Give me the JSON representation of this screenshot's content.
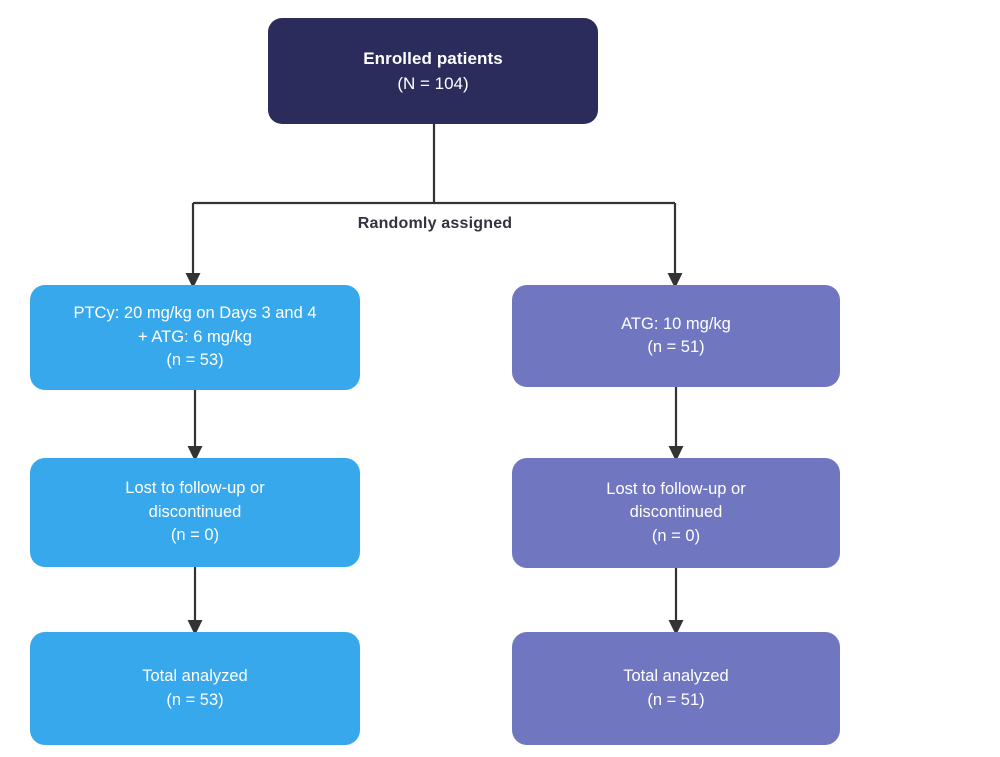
{
  "diagram": {
    "type": "consort-flow-diagram",
    "colors": {
      "root_fill": "#2C2C5C",
      "left_arm_fill": "#38A8EC",
      "right_arm_fill": "#7077C0",
      "connector": "#333333",
      "label_text": "#333340",
      "node_text": "#FFFFFF",
      "background": "#FFFFFF"
    },
    "root": {
      "title": "Enrolled patients",
      "count": "(N = 104)"
    },
    "randomization_label": "Randomly assigned",
    "arms": [
      {
        "id": "left",
        "treatment": "PTCy: 20 mg/kg on Days 3 and 4\n+ ATG: 6 mg/kg\n(n = 53)",
        "lost": "Lost to follow-up or\ndiscontinued\n(n = 0)",
        "analyzed": "Total analyzed\n(n = 53)"
      },
      {
        "id": "right",
        "treatment": "ATG: 10 mg/kg\n(n = 51)",
        "lost": "Lost to follow-up or\ndiscontinued\n(n = 0)",
        "analyzed": "Total analyzed\n(n = 51)"
      }
    ]
  }
}
